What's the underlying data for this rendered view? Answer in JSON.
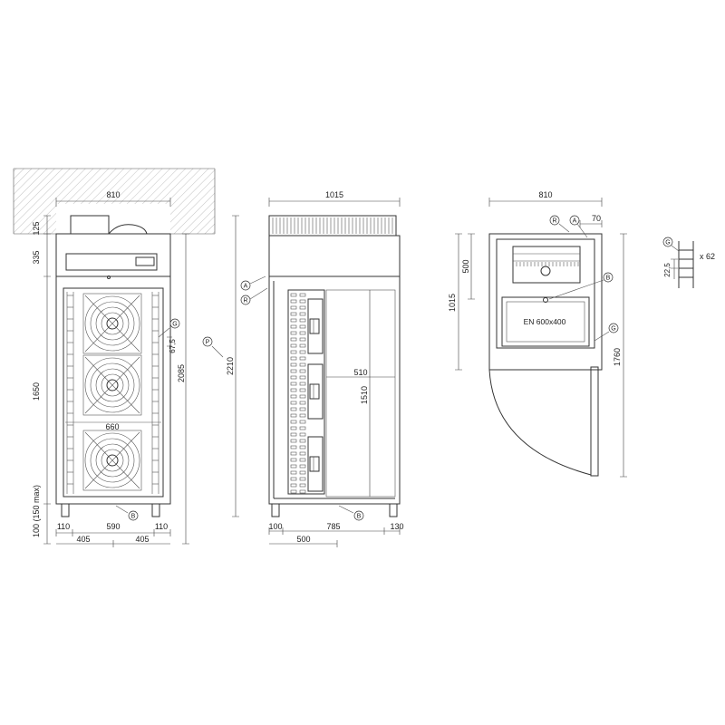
{
  "front_view": {
    "width": "810",
    "top_h": "125",
    "panel_h": "335",
    "door_h": "1650",
    "feet_h": "100 (150 max)",
    "height_total": "2085",
    "inner_w": "660",
    "gap": "67,5",
    "bottom_left": "110",
    "bottom_mid": "590",
    "bottom_right": "110",
    "half_left": "405",
    "half_right": "405",
    "callout_g": "G",
    "callout_b": "B",
    "callout_p": "P"
  },
  "side_view": {
    "depth": "1015",
    "height": "2210",
    "tray_w": "510",
    "tray_h": "1510",
    "foot_left": "100",
    "bottom_span": "785",
    "foot_right": "130",
    "half": "500",
    "callout_a": "A",
    "callout_r": "R",
    "callout_b": "B"
  },
  "top_view": {
    "width": "810",
    "offset": "70",
    "unit_depth": "500",
    "depth": "1015",
    "door_swing": "1760",
    "tray_label": "EN 600x400",
    "callout_r": "R",
    "callout_a": "A",
    "callout_b": "B",
    "callout_g": "G"
  },
  "detail": {
    "callout_g": "G",
    "count": "x 62",
    "pitch": "22,5"
  }
}
